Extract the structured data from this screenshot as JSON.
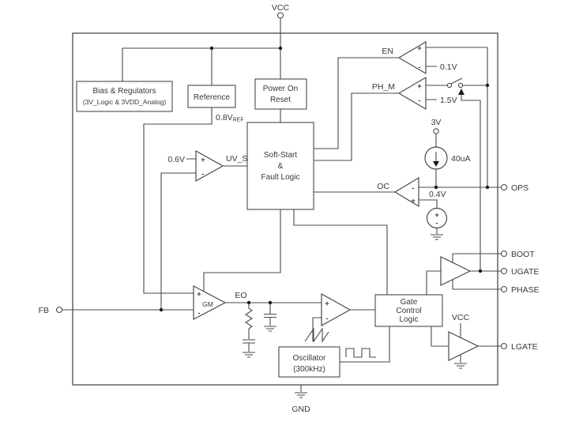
{
  "colors": {
    "line": "#4a4a4a",
    "text": "#38383f",
    "background": "#ffffff"
  },
  "pins": {
    "vcc": "VCC",
    "gnd": "GND",
    "fb": "FB",
    "ops": "OPS",
    "boot": "BOOT",
    "ugate": "UGATE",
    "phase": "PHASE",
    "lgate": "LGATE"
  },
  "blocks": {
    "bias_line1": "Bias & Regulators",
    "bias_line2": "(3V_Logic & 3VDD_Analog)",
    "reference": "Reference",
    "por_line1": "Power On",
    "por_line2": "Reset",
    "ss_line1": "Soft-Start",
    "ss_line2": "&",
    "ss_line3": "Fault Logic",
    "gcl_line1": "Gate",
    "gcl_line2": "Control",
    "gcl_line3": "Logic",
    "osc_line1": "Oscillator",
    "osc_line2": "(300kHz)"
  },
  "signals": {
    "en": "EN",
    "ph_m": "PH_M",
    "oc": "OC",
    "uv_s": "UV_S",
    "eo": "EO",
    "gm": "GM"
  },
  "references": {
    "en_threshold": "0.1V",
    "ph_m_threshold": "1.5V",
    "oc_threshold": "0.4V",
    "uv_threshold": "0.6V",
    "supply_3v": "3V",
    "current_source": "40uA",
    "vref_value": "0.8V",
    "vref_subscript": "REF",
    "driver_supply": "VCC"
  },
  "symbols": {
    "plus": "+",
    "minus": "-"
  }
}
